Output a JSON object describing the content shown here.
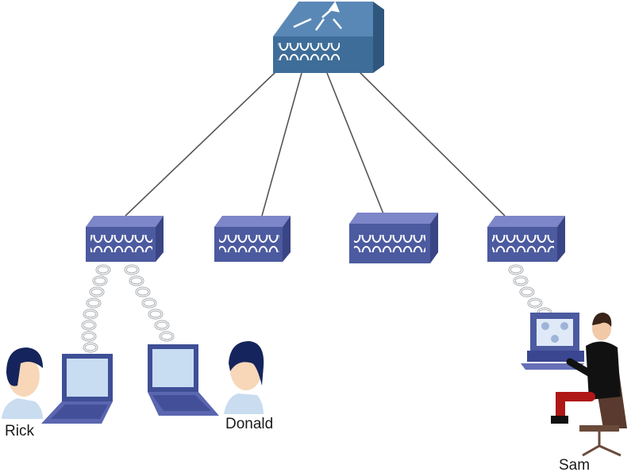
{
  "people": {
    "rick": "Rick",
    "donald": "Donald",
    "sam": "Sam"
  },
  "icons": {
    "core_device": "multilayer-switch-icon",
    "hub": "hub-icon",
    "laptop": "laptop-icon",
    "workstation": "workstation-icon",
    "person": "person-icon",
    "cable": "twisted-pair-cable-icon"
  },
  "colors": {
    "device_top": "#4a78a4",
    "device_front": "#3d6a97",
    "hub_front": "#4c5aa0",
    "hub_top": "#7d86c8",
    "link_line": "#555555",
    "background": "#ffffff"
  }
}
